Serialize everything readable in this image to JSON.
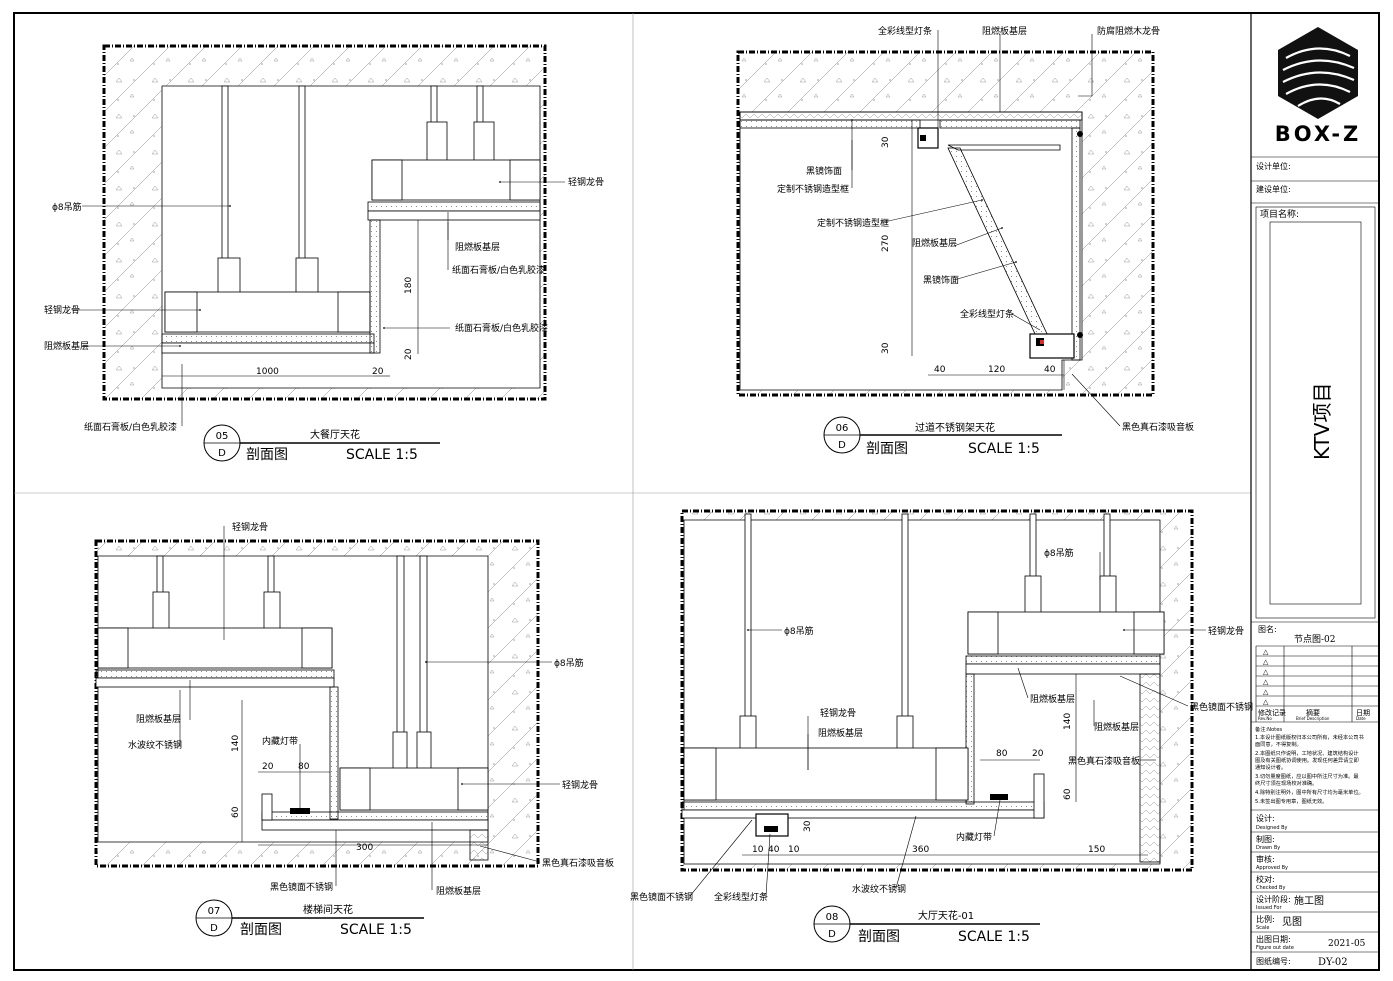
{
  "views": [
    {
      "num": "05",
      "sheet": "D",
      "title": "大餐厅天花",
      "kind": "剖面图",
      "scale": "SCALE 1:5",
      "labels": [
        "ϕ8吊筋",
        "轻钢龙骨",
        "阻燃板基层",
        "纸面石膏板/白色乳胶漆",
        "轻钢龙骨",
        "阻燃板基层",
        "纸面石膏板/白色乳胶漆",
        "纸面石膏板/白色乳胶漆"
      ],
      "dims": [
        "1000",
        "20",
        "180",
        "20"
      ]
    },
    {
      "num": "06",
      "sheet": "D",
      "title": "过道不锈钢架天花",
      "kind": "剖面图",
      "scale": "SCALE 1:5",
      "labels": [
        "全彩线型灯条",
        "阻燃板基层",
        "防腐阻燃木龙骨",
        "黑镜饰面",
        "定制不锈钢造型框",
        "定制不锈钢造型框",
        "阻燃板基层",
        "黑镜饰面",
        "全彩线型灯条",
        "黑色真石漆吸音板"
      ],
      "dims": [
        "30",
        "270",
        "30",
        "40",
        "120",
        "40"
      ]
    },
    {
      "num": "07",
      "sheet": "D",
      "title": "楼梯间天花",
      "kind": "剖面图",
      "scale": "SCALE 1:5",
      "labels": [
        "轻钢龙骨",
        "ϕ8吊筋",
        "阻燃板基层",
        "水波纹不锈钢",
        "内藏灯带",
        "轻钢龙骨",
        "黑色真石漆吸音板",
        "黑色镜面不锈钢",
        "阻燃板基层"
      ],
      "dims": [
        "140",
        "20",
        "80",
        "60",
        "300"
      ]
    },
    {
      "num": "08",
      "sheet": "D",
      "title": "大厅天花-01",
      "kind": "剖面图",
      "scale": "SCALE 1:5",
      "labels": [
        "ϕ8吊筋",
        "ϕ8吊筋",
        "轻钢龙骨",
        "轻钢龙骨",
        "阻燃板基层",
        "阻燃板基层",
        "黑色镜面不锈钢",
        "阻燃板基层",
        "黑色真石漆吸音板",
        "内藏灯带",
        "黑色镜面不锈钢",
        "全彩线型灯条",
        "水波纹不锈钢"
      ],
      "dims": [
        "140",
        "80",
        "20",
        "60",
        "30",
        "10",
        "40",
        "10",
        "360",
        "150"
      ]
    }
  ],
  "title_block": {
    "brand": "BOX-Z",
    "design_unit_label": "设计单位:",
    "client_unit_label": "建设单位:",
    "project_name_label": "项目名称:",
    "project_name": "KTV项目",
    "drawing_name_label": "图名:",
    "drawing_name": "节点图-02",
    "revision_cols": [
      "修改记录",
      "摘要",
      "日期"
    ],
    "revision_cols_en": [
      "Rev.No",
      "Brief Description",
      "Date"
    ],
    "revision_marks": [
      "△",
      "△",
      "△",
      "△",
      "△",
      "△"
    ],
    "notes_label": "备注:Notes",
    "notes": [
      "1.本设计图纸版权归本公司所有，未经本公司书",
      "面同意，不得复制。",
      "2.本图纸只作说明，工地状况、建筑结构设计",
      "图及有关图纸协调使用。发现任何差异请立即",
      "通知设计者。",
      "3.切勿量度图纸，应以图中所注尺寸为准。最",
      "终尺寸须在现场校对准确。",
      "4.除特别注明外，图中所有尺寸均为毫米单位。",
      "5.未签出图专用章，图纸无效。"
    ],
    "designed_label": "设计:",
    "designed_en": "Designed By",
    "drawn_label": "制图:",
    "drawn_en": "Drawn By",
    "approved_label": "审核:",
    "approved_en": "Approved By",
    "checked_label": "校对:",
    "checked_en": "Checked By",
    "stage_label": "设计阶段:",
    "stage_en": "Issued For",
    "stage_value": "施工图",
    "scale_label": "比例:",
    "scale_en": "Scale",
    "scale_value": "见图",
    "date_label": "出图日期:",
    "date_en": "Figure out date",
    "date_value": "2021-05",
    "number_label": "图纸编号:",
    "number_value": "DY-02"
  },
  "colors": {
    "line": "#000000",
    "hatch": "#777777",
    "paper": "#ffffff",
    "light": "#d03030"
  }
}
